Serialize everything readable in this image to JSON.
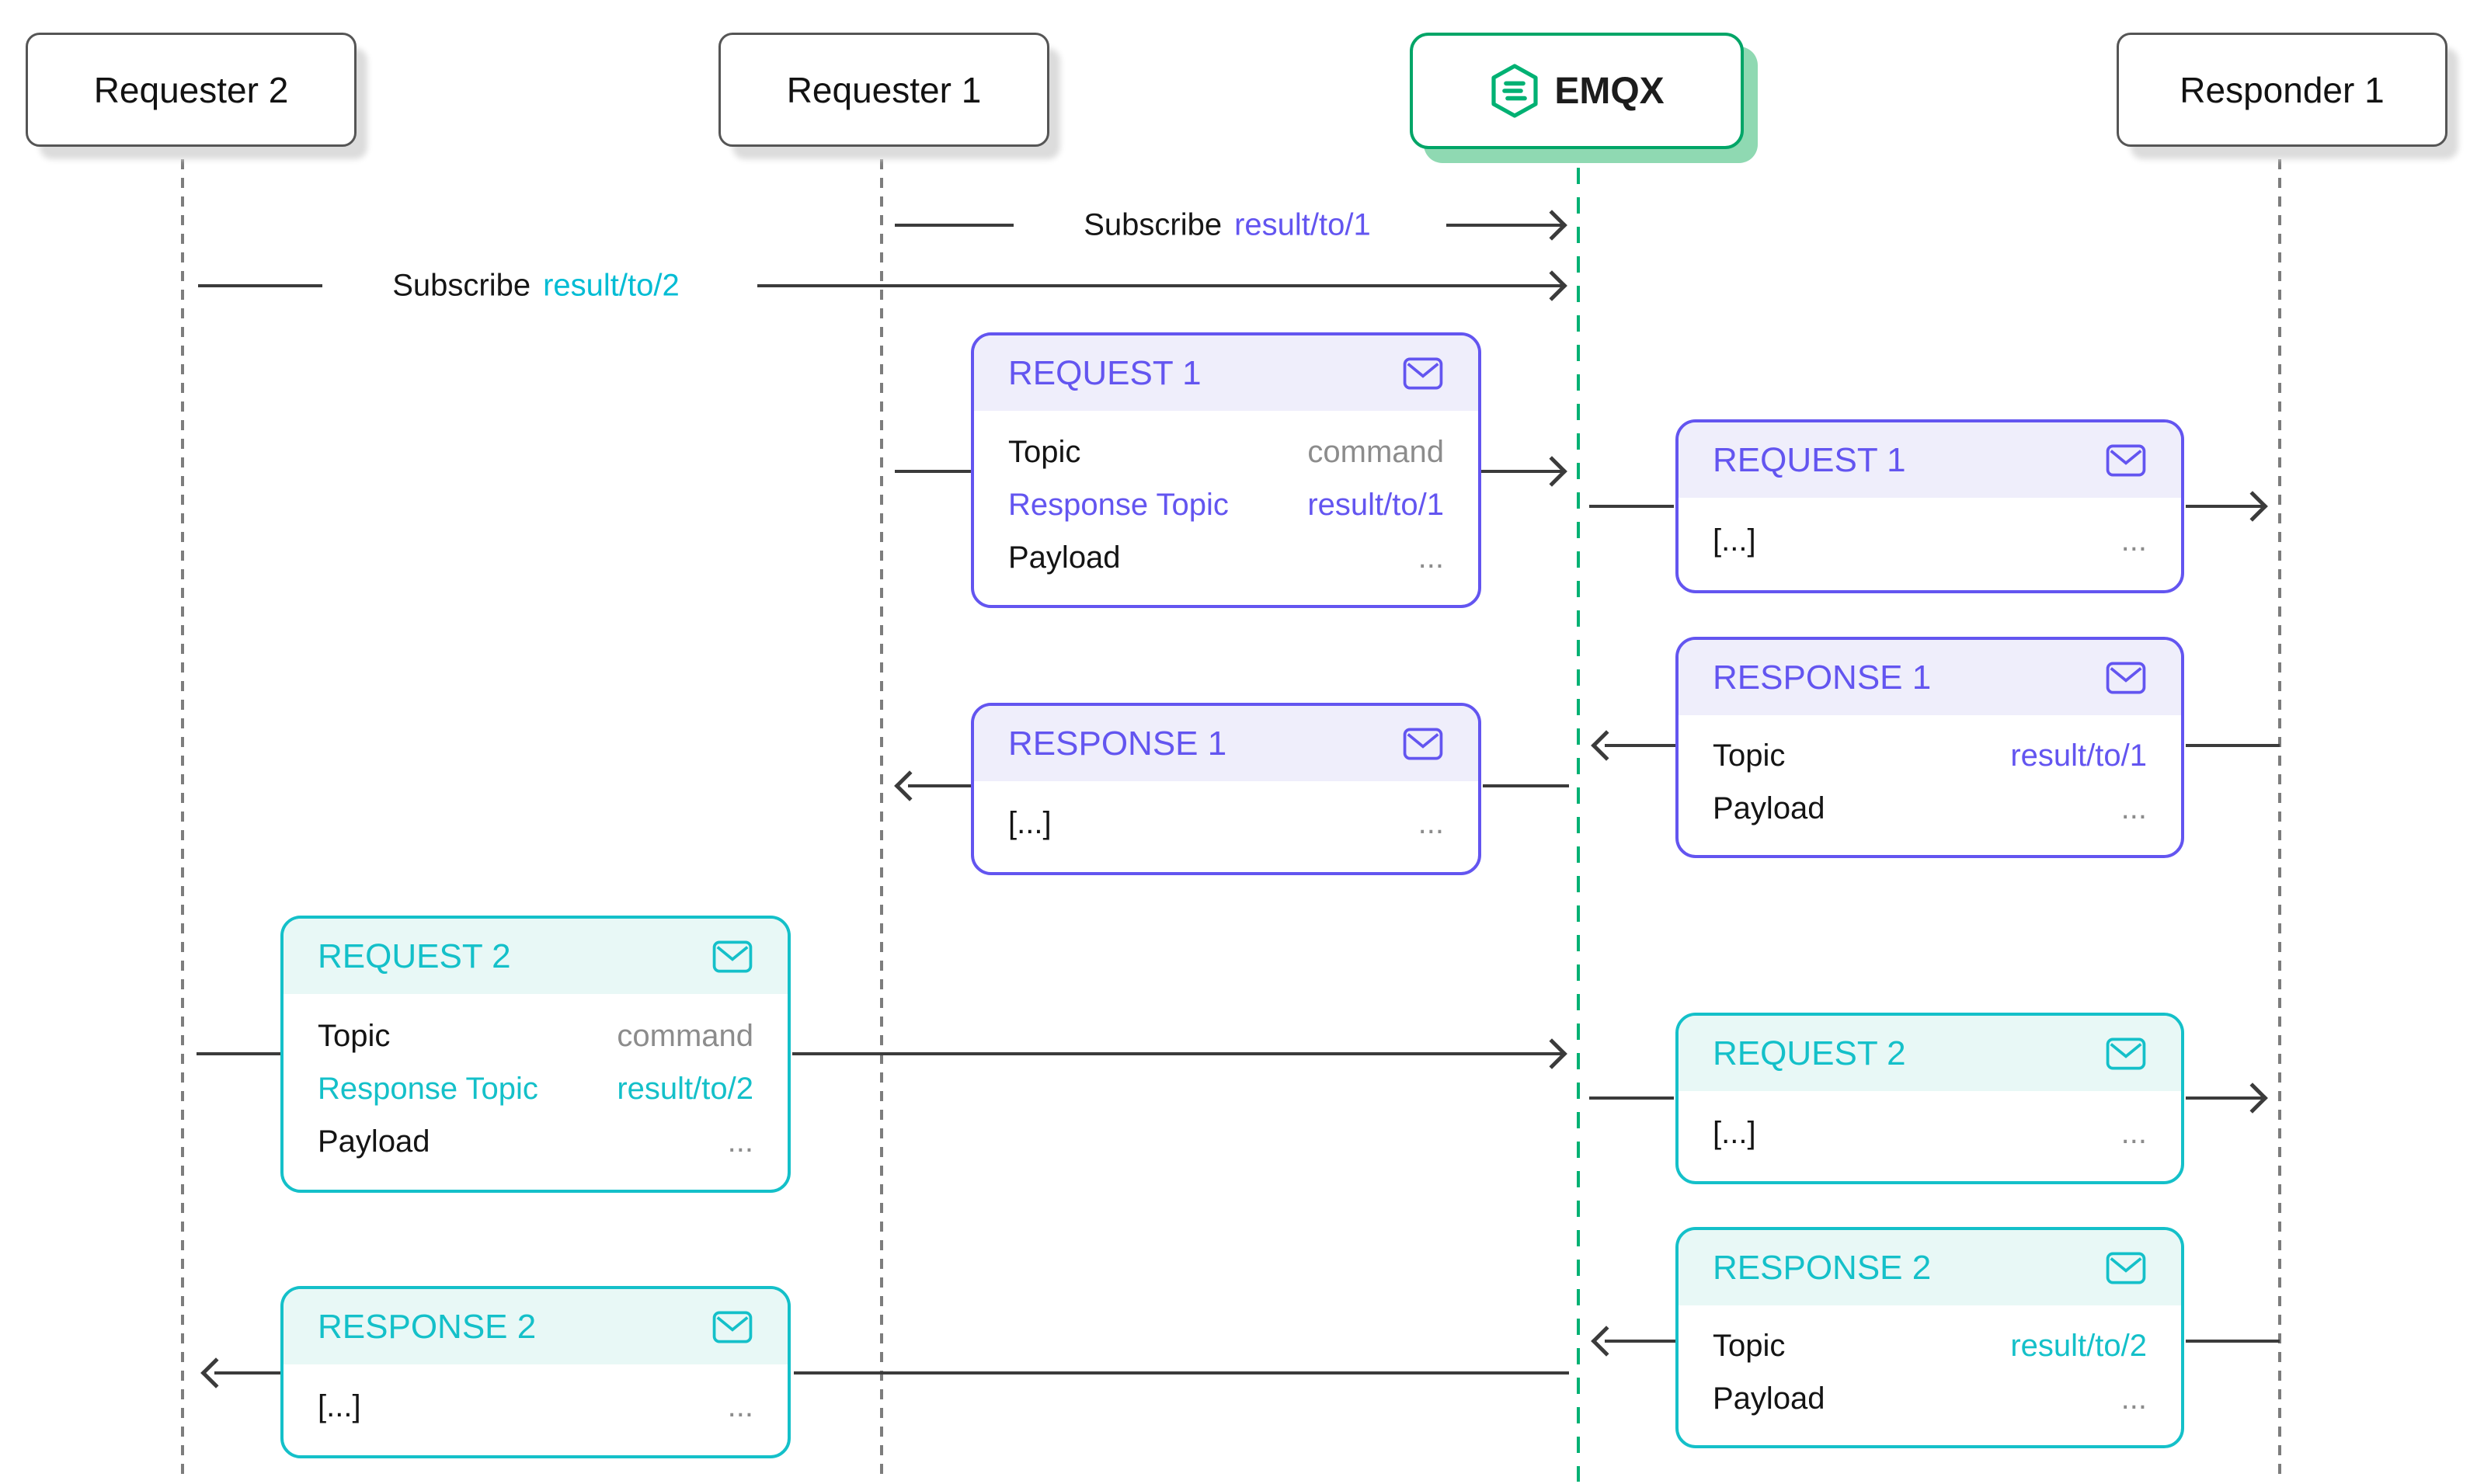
{
  "actors": [
    {
      "id": "requester2",
      "label": "Requester 2"
    },
    {
      "id": "requester1",
      "label": "Requester 1"
    },
    {
      "id": "emqx",
      "label": "EMQX"
    },
    {
      "id": "responder1",
      "label": "Responder 1"
    }
  ],
  "messages": {
    "subscribe1": {
      "action": "Subscribe",
      "topic": "result/to/1"
    },
    "subscribe2": {
      "action": "Subscribe",
      "topic": "result/to/2"
    }
  },
  "cards": {
    "request1_left": {
      "title": "REQUEST 1",
      "rows": [
        {
          "label": "Topic",
          "value": "command"
        },
        {
          "label": "Response Topic",
          "value": "result/to/1"
        },
        {
          "label": "Payload",
          "value": "..."
        }
      ]
    },
    "request1_right": {
      "title": "REQUEST 1",
      "rows": [
        {
          "label": "[...]",
          "value": "..."
        }
      ]
    },
    "response1_right": {
      "title": "RESPONSE 1",
      "rows": [
        {
          "label": "Topic",
          "value": "result/to/1"
        },
        {
          "label": "Payload",
          "value": "..."
        }
      ]
    },
    "response1_left": {
      "title": "RESPONSE 1",
      "rows": [
        {
          "label": "[...]",
          "value": "..."
        }
      ]
    },
    "request2_left": {
      "title": "REQUEST 2",
      "rows": [
        {
          "label": "Topic",
          "value": "command"
        },
        {
          "label": "Response Topic",
          "value": "result/to/2"
        },
        {
          "label": "Payload",
          "value": "..."
        }
      ]
    },
    "request2_right": {
      "title": "REQUEST 2",
      "rows": [
        {
          "label": "[...]",
          "value": "..."
        }
      ]
    },
    "response2_right": {
      "title": "RESPONSE 2",
      "rows": [
        {
          "label": "Topic",
          "value": "result/to/2"
        },
        {
          "label": "Payload",
          "value": "..."
        }
      ]
    },
    "response2_left": {
      "title": "RESPONSE 2",
      "rows": [
        {
          "label": "[...]",
          "value": "..."
        }
      ]
    }
  },
  "icons": {
    "emqx_logo": "emqx-hexagon-logo",
    "mail": "mail-envelope-icon"
  },
  "colors": {
    "purple": "#6355f0",
    "purple_bg": "#efeefb",
    "teal": "#14c0c9",
    "teal_bg": "#e8f8f6",
    "cyan": "#00bcd4",
    "green_border": "#00a567",
    "green_logo": "#00b173",
    "green_shadow": "#8fd9b2",
    "line": "#3b3b3b",
    "lifeline_gray": "#7d7d7d",
    "box_border": "#555555",
    "box_shadow": "#dcdcdc",
    "text": "#141414",
    "muted": "#8c8c8c"
  }
}
